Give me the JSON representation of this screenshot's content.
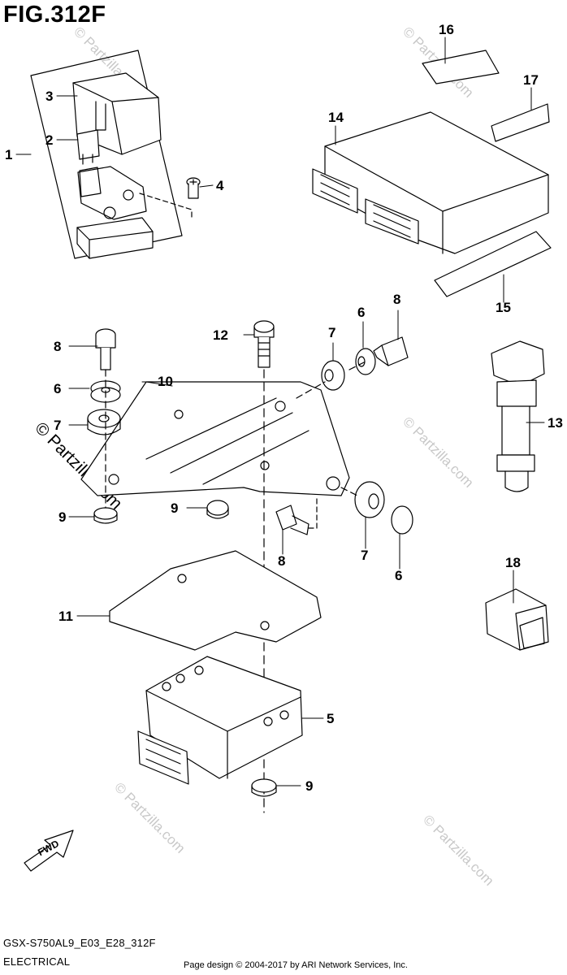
{
  "figure": {
    "title": "FIG.312F"
  },
  "callouts": {
    "c1": "1",
    "c2": "2",
    "c3": "3",
    "c4": "4",
    "c5": "5",
    "c6a": "6",
    "c6b": "6",
    "c6c": "6",
    "c7a": "7",
    "c7b": "7",
    "c7c": "7",
    "c8a": "8",
    "c8b": "8",
    "c8c": "8",
    "c9a": "9",
    "c9b": "9",
    "c9c": "9",
    "c10": "10",
    "c11": "11",
    "c12": "12",
    "c13": "13",
    "c14": "14",
    "c15": "15",
    "c16": "16",
    "c17": "17",
    "c18": "18"
  },
  "fwd_label": "FWD",
  "watermark": {
    "main": "© Partzilla.com",
    "small": "© Partzilla.com"
  },
  "footer": {
    "model_code": "GSX-S750AL9_E03_E28_312F",
    "section": "ELECTRICAL",
    "credit": "Page design © 2004-2017 by ARI Network Services, Inc."
  },
  "colors": {
    "line": "#000000",
    "watermark": "#c8c8c8",
    "background": "#ffffff"
  }
}
